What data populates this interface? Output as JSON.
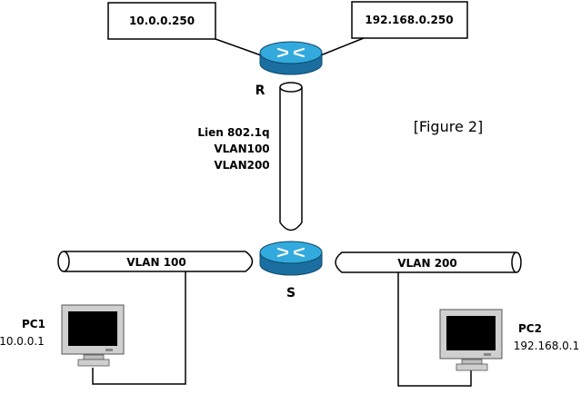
{
  "ip_box_left": "10.0.0.250",
  "ip_box_right": "192.168.0.250",
  "router_label": "R",
  "switch_label": "S",
  "trunk_link": {
    "line1": "Lien 802.1q",
    "line2": "VLAN100",
    "line3": "VLAN200"
  },
  "figure_caption": "[Figure 2]",
  "vlan_left": "VLAN 100",
  "vlan_right": "VLAN 200",
  "pc1": {
    "name": "PC1",
    "ip": "10.0.0.1"
  },
  "pc2": {
    "name": "PC2",
    "ip": "192.168.0.1"
  },
  "colors": {
    "device_top": "#33aadd",
    "device_side": "#1a6fa0",
    "line": "#000000"
  }
}
